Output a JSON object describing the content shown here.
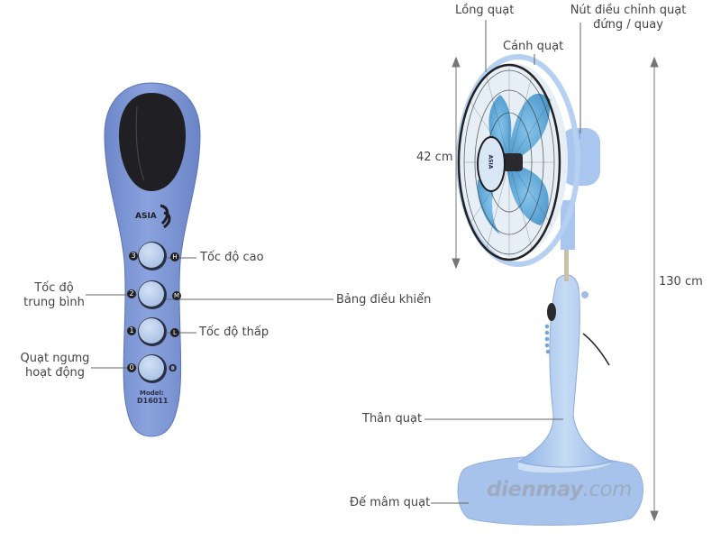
{
  "remote": {
    "brand": "ASIA",
    "model_label": "Model:",
    "model_number": "D16011",
    "buttons": [
      {
        "left_mark": "3",
        "right_mark": "H",
        "label": "Tốc độ cao"
      },
      {
        "left_mark": "2",
        "right_mark": "M",
        "label": "Tốc độ trung bình"
      },
      {
        "left_mark": "1",
        "right_mark": "L",
        "label": "Tốc độ thấp"
      },
      {
        "left_mark": "0",
        "right_mark": "O",
        "label": "Quạt ngưng hoạt động"
      }
    ],
    "colors": {
      "body": "#7f98d6",
      "button": "#b7cdea",
      "display": "#1e1e22"
    }
  },
  "labels": {
    "high_speed": "Tốc độ cao",
    "medium_speed_line1": "Tốc độ",
    "medium_speed_line2": "trung bình",
    "low_speed": "Tốc độ thấp",
    "off_line1": "Quạt ngưng",
    "off_line2": "hoạt động",
    "fan_guard": "Lồng quạt",
    "fan_blade": "Cánh quạt",
    "oscillation_knob_line1": "Nút điều chỉnh quạt",
    "oscillation_knob_line2": "đứng / quay",
    "control_panel": "Bảng điều khiển",
    "fan_body": "Thân quạt",
    "fan_base": "Đế mâm quạt"
  },
  "dimensions": {
    "head_diameter": "42 cm",
    "total_height": "130 cm"
  },
  "watermark": {
    "bold": "dienmay",
    "light": ".com"
  },
  "fan": {
    "brand": "ASIA",
    "colors": {
      "body": "#a9c6ef",
      "blade": "#5aa8dc",
      "guard": "#333333"
    }
  }
}
